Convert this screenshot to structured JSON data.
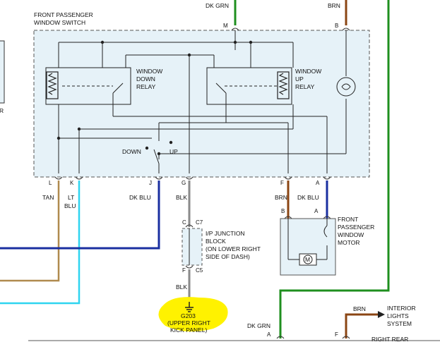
{
  "top_wires": {
    "dk_grn": "DK GRN",
    "brn": "BRN"
  },
  "switch": {
    "title_line1": "FRONT PASSENGER",
    "title_line2": "WINDOW SWITCH",
    "down_relay": [
      "WINDOW",
      "DOWN",
      "RELAY"
    ],
    "up_relay": [
      "WINDOW",
      "UP",
      "RELAY"
    ],
    "down_label": "DOWN",
    "up_label": "UP"
  },
  "pins": {
    "M": "M",
    "B": "B",
    "L": "L",
    "K": "K",
    "J": "J",
    "G": "G",
    "F": "F",
    "A": "A"
  },
  "wires": {
    "tan": "TAN",
    "lt_blu": [
      "LT",
      "BLU"
    ],
    "dk_blu": "DK BLU",
    "blk1": "BLK",
    "brn": "BRN",
    "dk_blu2": "DK BLU",
    "blk2": "BLK"
  },
  "junction": {
    "pin_c": "C",
    "conn_c7": "C7",
    "pin_f": "F",
    "conn_c5": "C5",
    "text": [
      "I/P JUNCTION",
      "BLOCK",
      "(ON LOWER RIGHT",
      "SIDE OF DASH)"
    ]
  },
  "motor": {
    "pin_b": "B",
    "pin_a": "A",
    "text": [
      "FRONT",
      "PASSENGER",
      "WINDOW",
      "MOTOR"
    ],
    "symbol": "M"
  },
  "ground": {
    "text": [
      "G203",
      "(UPPER RIGHT",
      "KICK PANEL)"
    ]
  },
  "interior": {
    "wire": "BRN",
    "text": [
      "INTERIOR",
      "LIGHTS",
      "SYSTEM"
    ],
    "pin": "F"
  },
  "bottom": {
    "dk_grn": "DK GRN",
    "pin_a": "A",
    "right_rear": "RIGHT REAR"
  },
  "left_edge_letter": "R",
  "colors": {
    "box_fill": "#e6f2f8",
    "dk_grn": "#1f8f1f",
    "tan": "#b08a4e",
    "lt_blu": "#2fd4f0",
    "dk_blu": "#1a2fa0",
    "blk": "#8a8a8a",
    "brn": "#8b4513",
    "highlight": "#fff200"
  }
}
